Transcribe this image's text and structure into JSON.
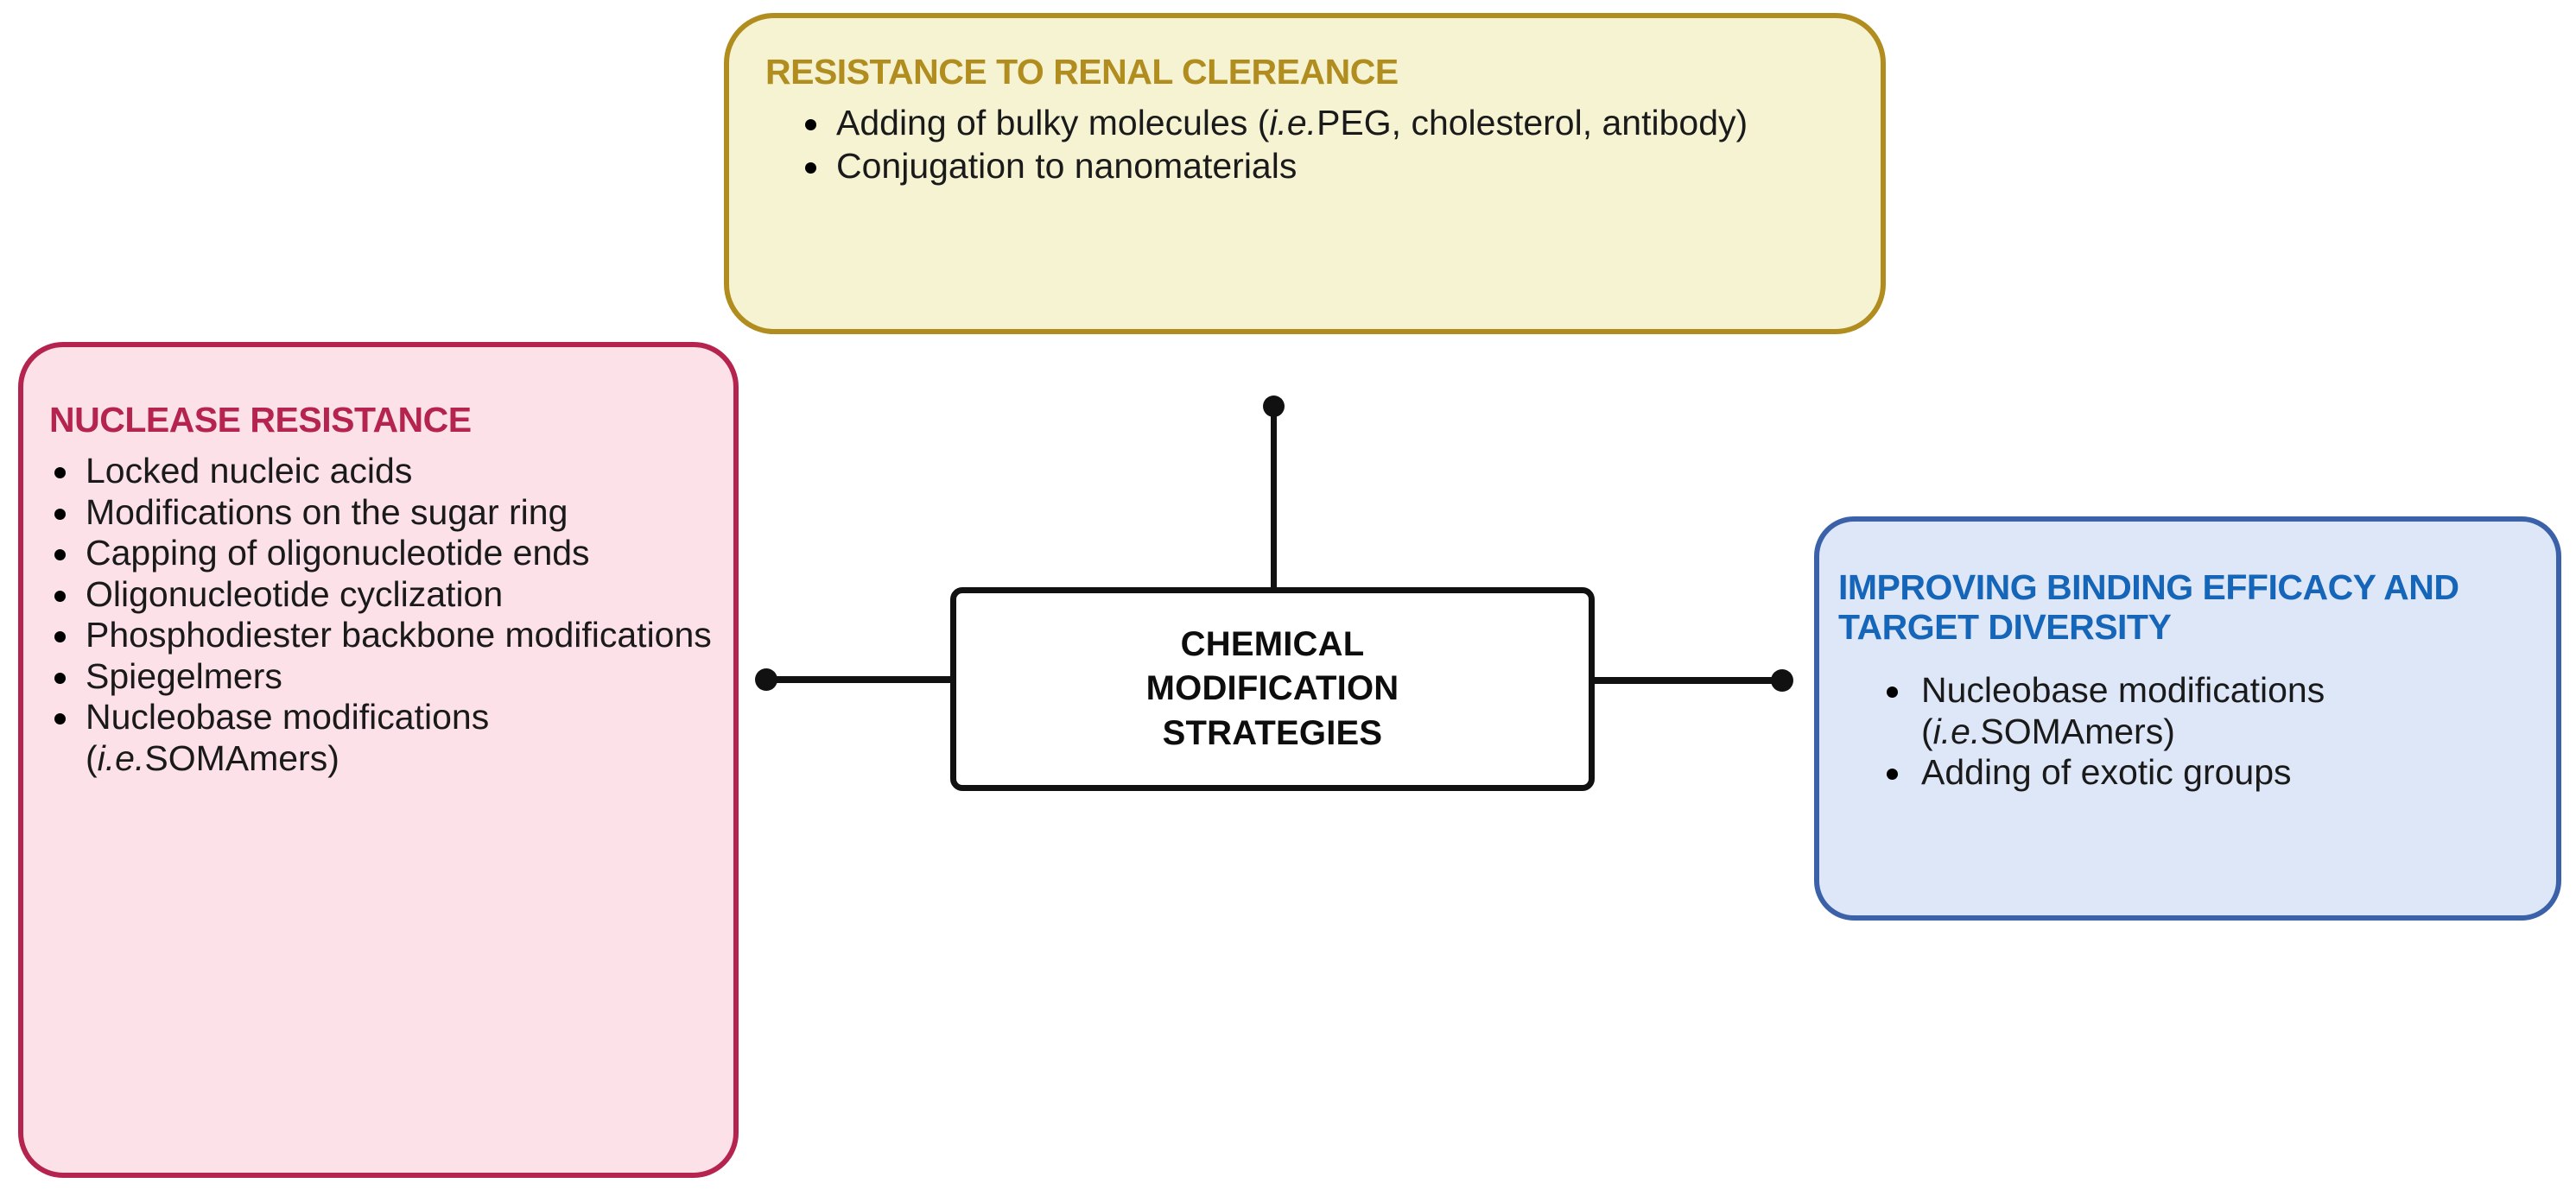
{
  "diagram": {
    "title": "Chemical modification strategies mind map",
    "center": {
      "label": "CHEMICAL MODIFICATION STRATEGIES",
      "line1": "CHEMICAL",
      "line2": "MODIFICATION",
      "line3": "STRATEGIES",
      "border_color": "#111111",
      "fill_color": "#FFFFFF"
    },
    "branches": [
      {
        "id": "renal-clearance",
        "title": "RESISTANCE TO RENAL CLEREANCE",
        "title_color": "#B08D1E",
        "fill_color": "#F6F3D2",
        "border_color": "#B08D1E",
        "position": "top",
        "bullets": [
          {
            "prefix": "Adding of bulky molecules (",
            "italic": "i.e.",
            "suffix": "PEG, cholesterol, antibody)"
          },
          {
            "prefix": "Conjugation to nanomaterials",
            "italic": "",
            "suffix": ""
          }
        ]
      },
      {
        "id": "nuclease-resistance",
        "title": "NUCLEASE RESISTANCE",
        "title_color": "#B4244E",
        "fill_color": "#FCE2E8",
        "border_color": "#B4244E",
        "position": "left",
        "bullets": [
          {
            "prefix": "Locked nucleic acids",
            "italic": "",
            "suffix": ""
          },
          {
            "prefix": "Modifications on the sugar ring",
            "italic": "",
            "suffix": ""
          },
          {
            "prefix": "Capping of oligonucleotide ends",
            "italic": "",
            "suffix": ""
          },
          {
            "prefix": "Oligonucleotide cyclization",
            "italic": "",
            "suffix": ""
          },
          {
            "prefix": "Phosphodiester backbone modifications",
            "italic": "",
            "suffix": ""
          },
          {
            "prefix": "Spiegelmers",
            "italic": "",
            "suffix": ""
          },
          {
            "prefix": "Nucleobase modifications (",
            "italic": "i.e.",
            "suffix": "SOMAmers)"
          }
        ]
      },
      {
        "id": "binding-efficacy",
        "title": "IMPROVING BINDING EFFICACY AND TARGET DIVERSITY",
        "title_color": "#1565B8",
        "fill_color": "#DEE7F8",
        "border_color": "#3B62A8",
        "position": "right",
        "bullets": [
          {
            "prefix": "Nucleobase modifications (",
            "italic": "i.e.",
            "suffix": "SOMAmers)"
          },
          {
            "prefix": "Adding of exotic groups",
            "italic": "",
            "suffix": ""
          }
        ]
      }
    ],
    "connectors": [
      {
        "id": "connector-top",
        "from": "center",
        "to": "renal-clearance",
        "endpoint": "dot"
      },
      {
        "id": "connector-left",
        "from": "center",
        "to": "nuclease-resistance",
        "endpoint": "dot"
      },
      {
        "id": "connector-right",
        "from": "center",
        "to": "binding-efficacy",
        "endpoint": "dot"
      }
    ]
  }
}
